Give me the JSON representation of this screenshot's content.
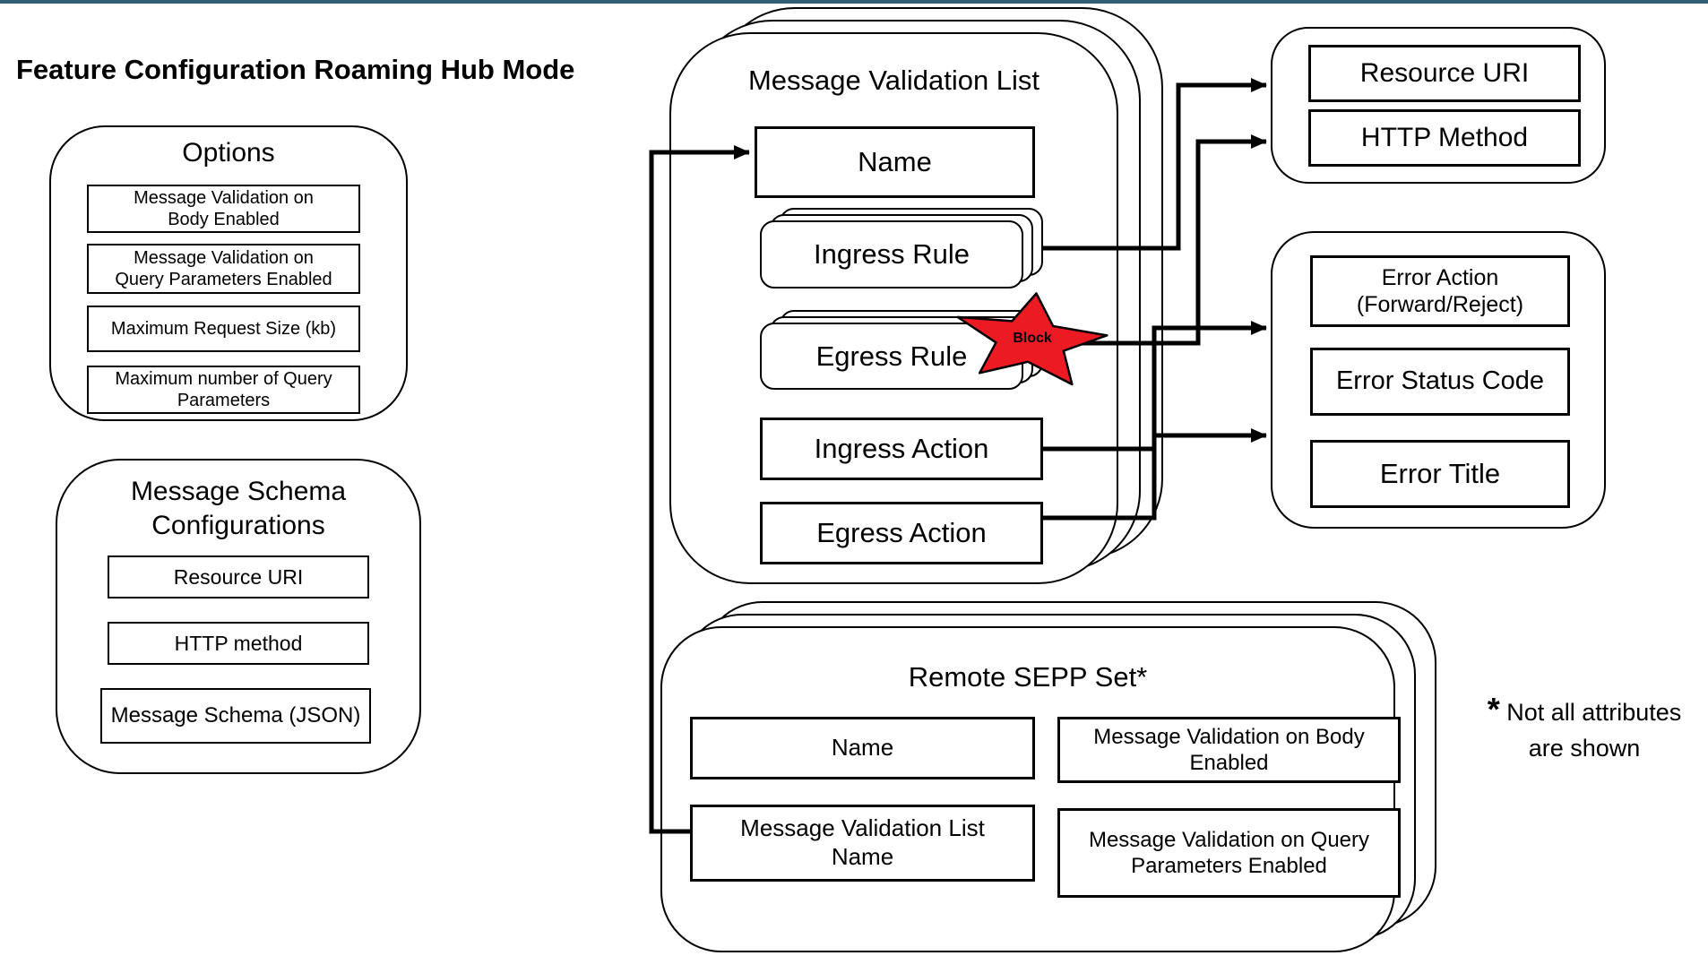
{
  "colors": {
    "top_bar": "#2F6078",
    "star_fill": "#EC1B23",
    "connector": "#000000"
  },
  "header": {
    "title": "Feature Configuration Roaming Hub Mode"
  },
  "options_panel": {
    "title": "Options",
    "items": [
      {
        "lines": [
          "Message Validation on",
          "Body Enabled"
        ]
      },
      {
        "lines": [
          "Message Validation on",
          "Query Parameters Enabled"
        ]
      },
      {
        "lines": [
          "Maximum Request Size (kb)"
        ]
      },
      {
        "lines": [
          "Maximum number of Query",
          "Parameters"
        ]
      }
    ]
  },
  "schema_panel": {
    "title_lines": [
      "Message Schema",
      "Configurations"
    ],
    "items": [
      "Resource URI",
      "HTTP method",
      "Message Schema (JSON)"
    ]
  },
  "validation_panel": {
    "title": "Message Validation List",
    "name_label": "Name",
    "ingress_rule_label": "Ingress Rule",
    "egress_rule_label": "Egress Rule",
    "block_label": "Block",
    "ingress_action_label": "Ingress Action",
    "egress_action_label": "Egress Action"
  },
  "request_panel": {
    "resource_uri_label": "Resource URI",
    "http_method_label": "HTTP Method"
  },
  "error_panel": {
    "error_action_lines": [
      "Error Action",
      "(Forward/Reject)"
    ],
    "error_status_label": "Error Status Code",
    "error_title_label": "Error Title"
  },
  "remote_sepp_panel": {
    "title": "Remote SEPP Set*",
    "name_label": "Name",
    "mv_body_lines": [
      "Message Validation on Body",
      "Enabled"
    ],
    "mvl_name_lines": [
      "Message Validation List",
      "Name"
    ],
    "mv_query_lines": [
      "Message Validation on Query",
      "Parameters Enabled"
    ]
  },
  "footnote": {
    "marker": "*",
    "line1": "Not all attributes",
    "line2": "are shown"
  }
}
